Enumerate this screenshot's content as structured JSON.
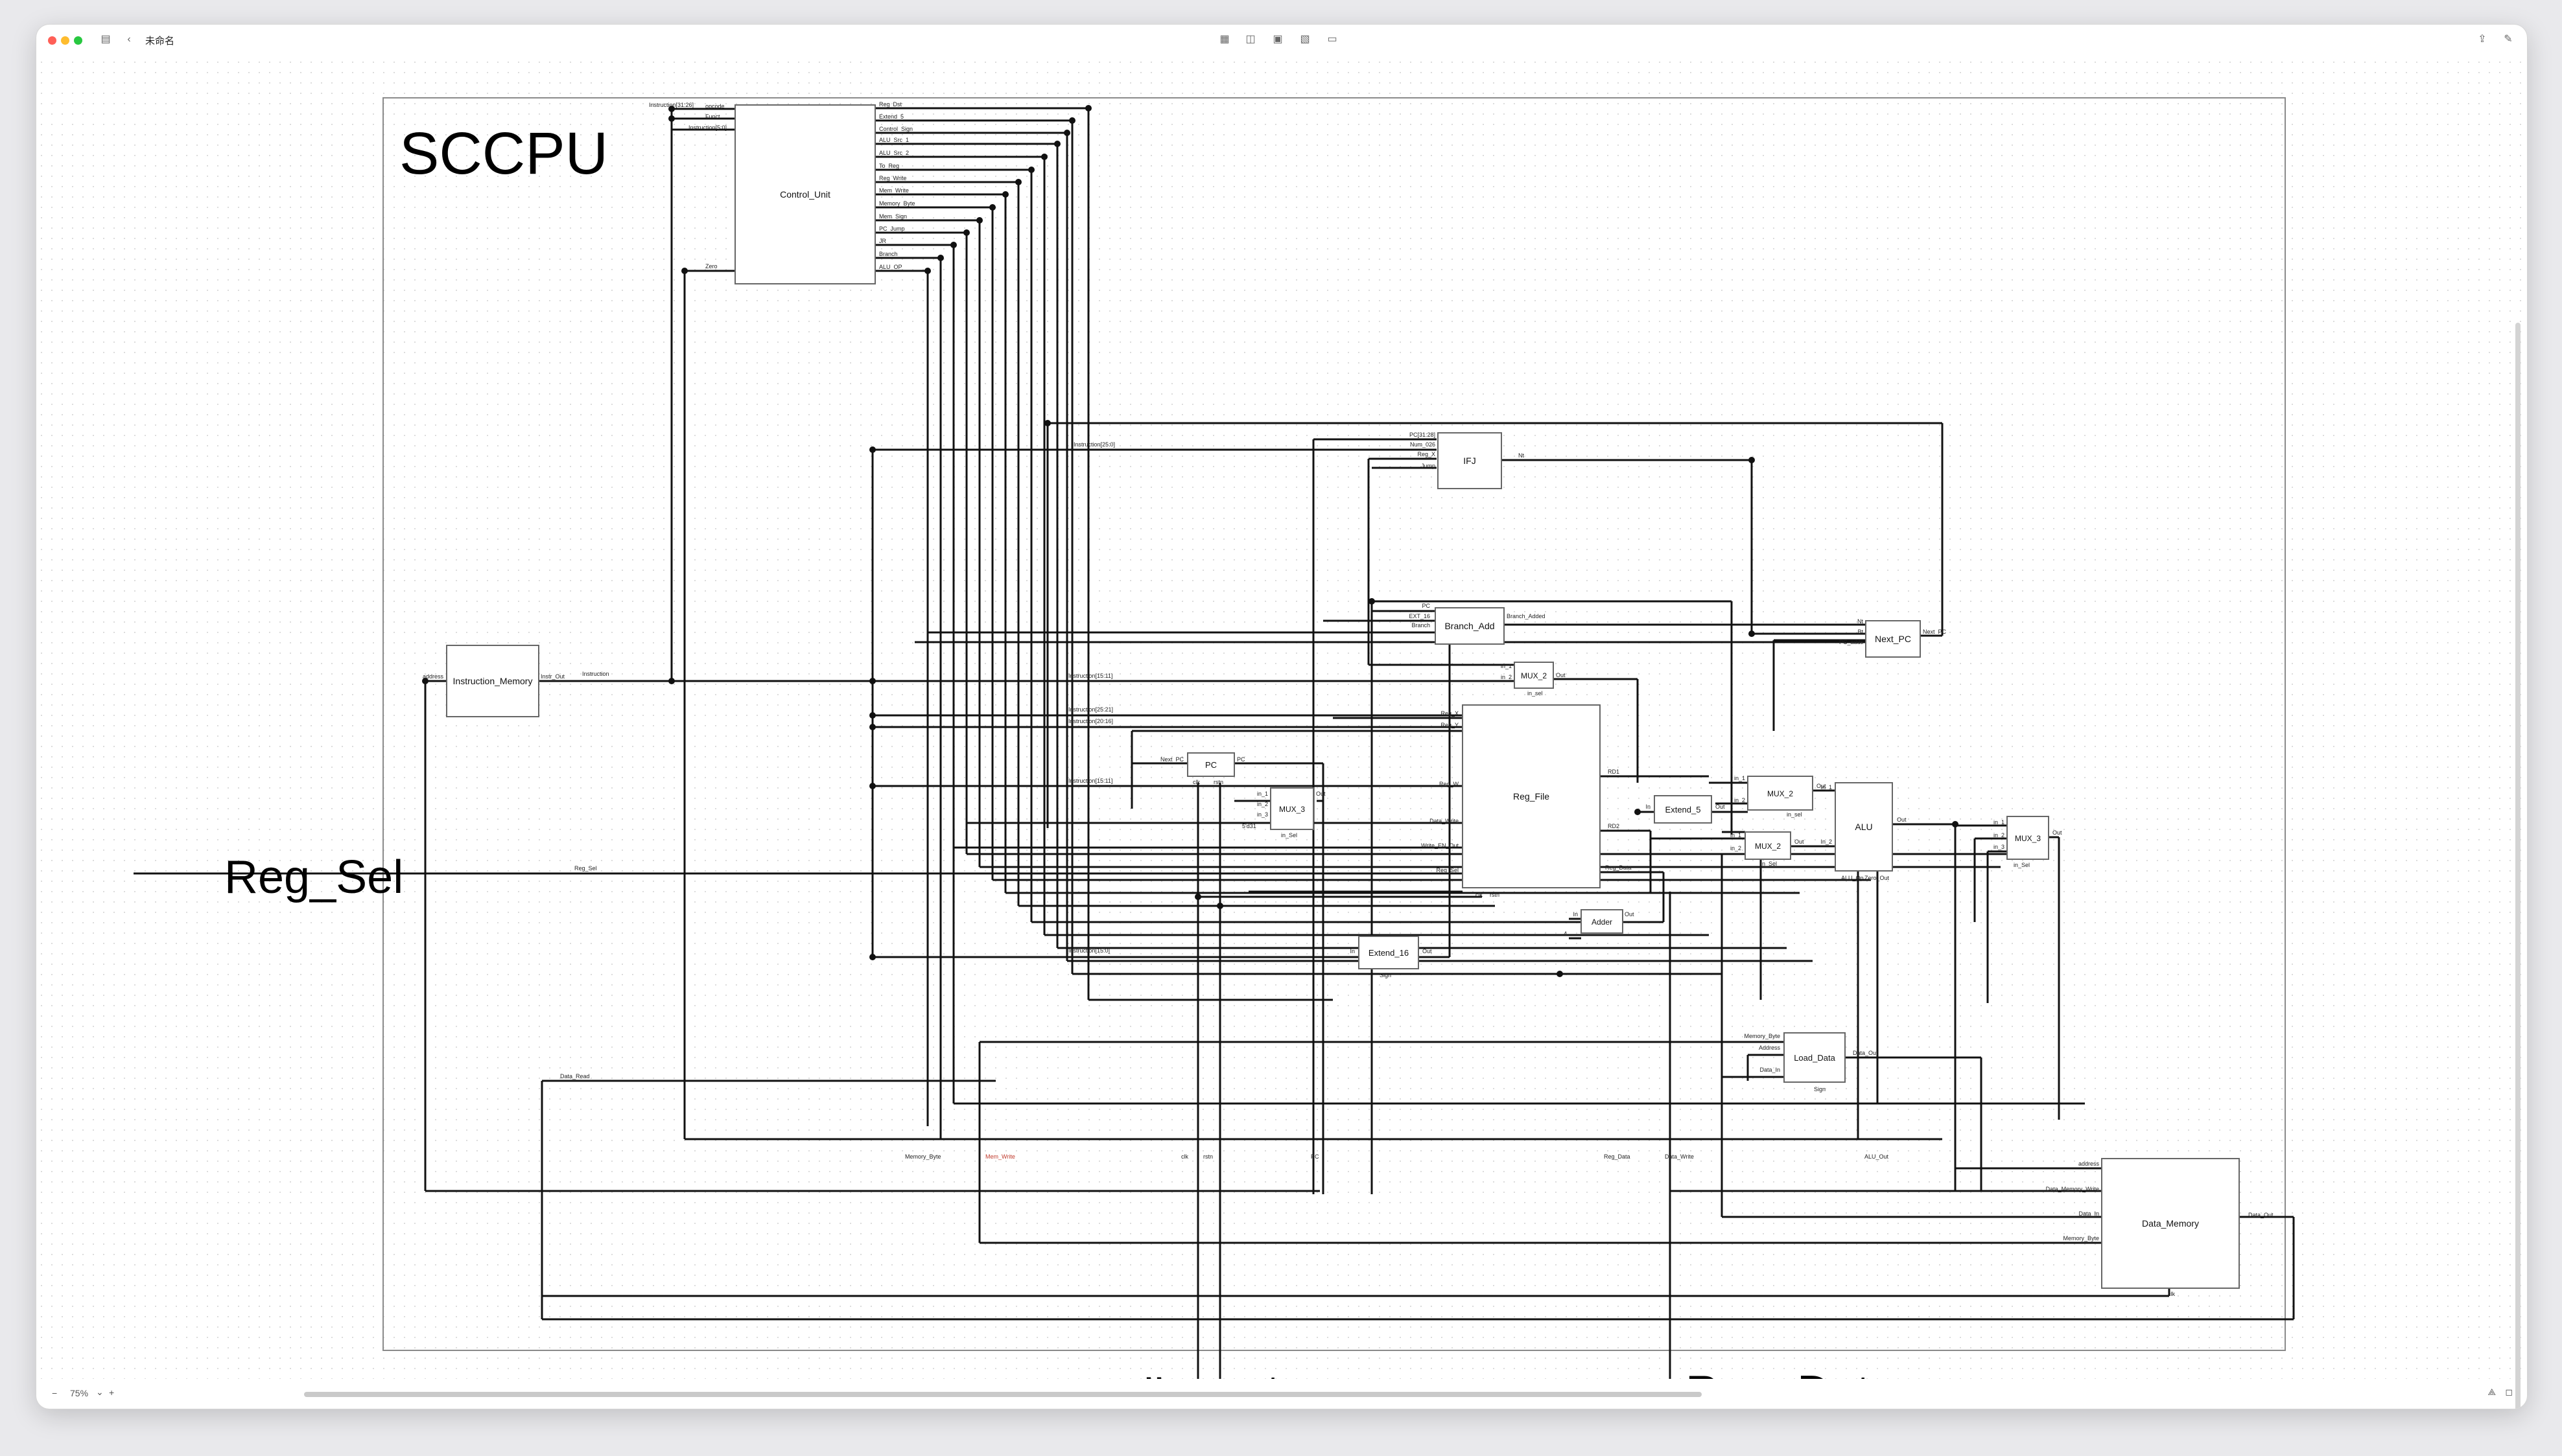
{
  "window": {
    "title": "未命名",
    "zoom": "75%",
    "zoom_minus": "−",
    "zoom_plus": "+"
  },
  "diagram": {
    "title": "SCCPU",
    "external": {
      "reg_sel": "Reg_Sel",
      "clk": "clk",
      "rstn": "rstn",
      "reg_data": "Reg_Data"
    },
    "blocks": {
      "control_unit": "Control_Unit",
      "instruction_memory": "Instruction_Memory",
      "ifj": "IFJ",
      "branch_add": "Branch_Add",
      "next_pc": "Next_PC",
      "mux2_a": "MUX_2",
      "pc": "PC",
      "mux3_a": "MUX_3",
      "reg_file": "Reg_File",
      "extend5": "Extend_5",
      "mux2_b": "MUX_2",
      "mux2_c": "MUX_2",
      "alu": "ALU",
      "mux3_b": "MUX_3",
      "adder": "Adder",
      "extend16": "Extend_16",
      "load_data": "Load_Data",
      "data_memory": "Data_Memory"
    },
    "cu_inputs": [
      "Instruction[31:26]",
      "opcode",
      "Funct",
      "Instruction[5:0]",
      "Zero"
    ],
    "cu_outputs": [
      "Reg_Dst",
      "Extend_5",
      "Control_Sign",
      "ALU_Src_1",
      "ALU_Src_2",
      "To_Reg",
      "Reg_Write",
      "Mem_Write",
      "Memory_Byte",
      "Mem_Sign",
      "PC_Jump",
      "JR",
      "Branch",
      "ALU_OP"
    ],
    "imem_ports": {
      "in": "address",
      "out": "Instr_Out",
      "net": "Instruction"
    },
    "ifj_ports": [
      "PC[31:28]",
      "Num_026",
      "Reg_X",
      "Jump",
      "Nt"
    ],
    "ifj_net": "Instruction[25:0]",
    "branch_ports": [
      "PC",
      "EXT_16",
      "Branch",
      "Branch_Added"
    ],
    "nextpc_ports": [
      "Nt",
      "Bt",
      "PC_adds",
      "Next_PC"
    ],
    "mux2a_ports": [
      "in_1",
      "in_2",
      "in_sel",
      "Out"
    ],
    "mux2a_net": "Instruction[15:11]",
    "pc_ports": [
      "Next_PC",
      "clk",
      "rstn",
      "PC"
    ],
    "mux3a_ports": [
      "in_1",
      "in_2",
      "in_3",
      "in_Sel",
      "Out",
      "5'd31"
    ],
    "mux3a_net": "Instruction[15:11]",
    "regfile_nets": [
      "Instruction[25:21]",
      "Instruction[20:16]"
    ],
    "regfile_ports": [
      "Reg_X",
      "Reg_Y",
      "Reg_W",
      "Data_Write",
      "Write_EN_Out",
      "Reg_Sel",
      "clk",
      "rstn",
      "RD1",
      "RD2",
      "Reg_Data"
    ],
    "extend5_ports": [
      "In",
      "Out"
    ],
    "alu_ports": [
      "In_1",
      "In_2",
      "ALU_Op",
      "Out",
      "Zero_Out",
      "in_1",
      "in_2",
      "in_sel",
      "Out"
    ],
    "mux3b_ports": [
      "in_1",
      "in_2",
      "in_3",
      "in_Sel",
      "Out"
    ],
    "adder_ports": [
      "In",
      "Out",
      "4"
    ],
    "extend16_ports": [
      "In",
      "Out",
      "Sign"
    ],
    "extend16_net": "Instruction[15:0]",
    "loaddata_ports": [
      "Memory_Byte",
      "Address",
      "Data_In",
      "Sign",
      "Data_Out"
    ],
    "dmem_ports": [
      "address",
      "Data_Memory_Write",
      "Data_In",
      "Memory_Byte",
      "clk",
      "Data_Out"
    ],
    "bottom_labels": [
      "Memory_Byte",
      "Mem_Write",
      "clk",
      "rstn",
      "PC",
      "Reg_Data",
      "Data_Write",
      "ALU_Out"
    ],
    "misc": {
      "data_read": "Data_Read"
    }
  },
  "colors": {
    "wire": "#1a1a1a",
    "box": "#7a7a7a",
    "traffic_red": "#ff5f57",
    "traffic_yellow": "#febc2e",
    "traffic_green": "#28c840",
    "red_label": "#c0392b"
  }
}
